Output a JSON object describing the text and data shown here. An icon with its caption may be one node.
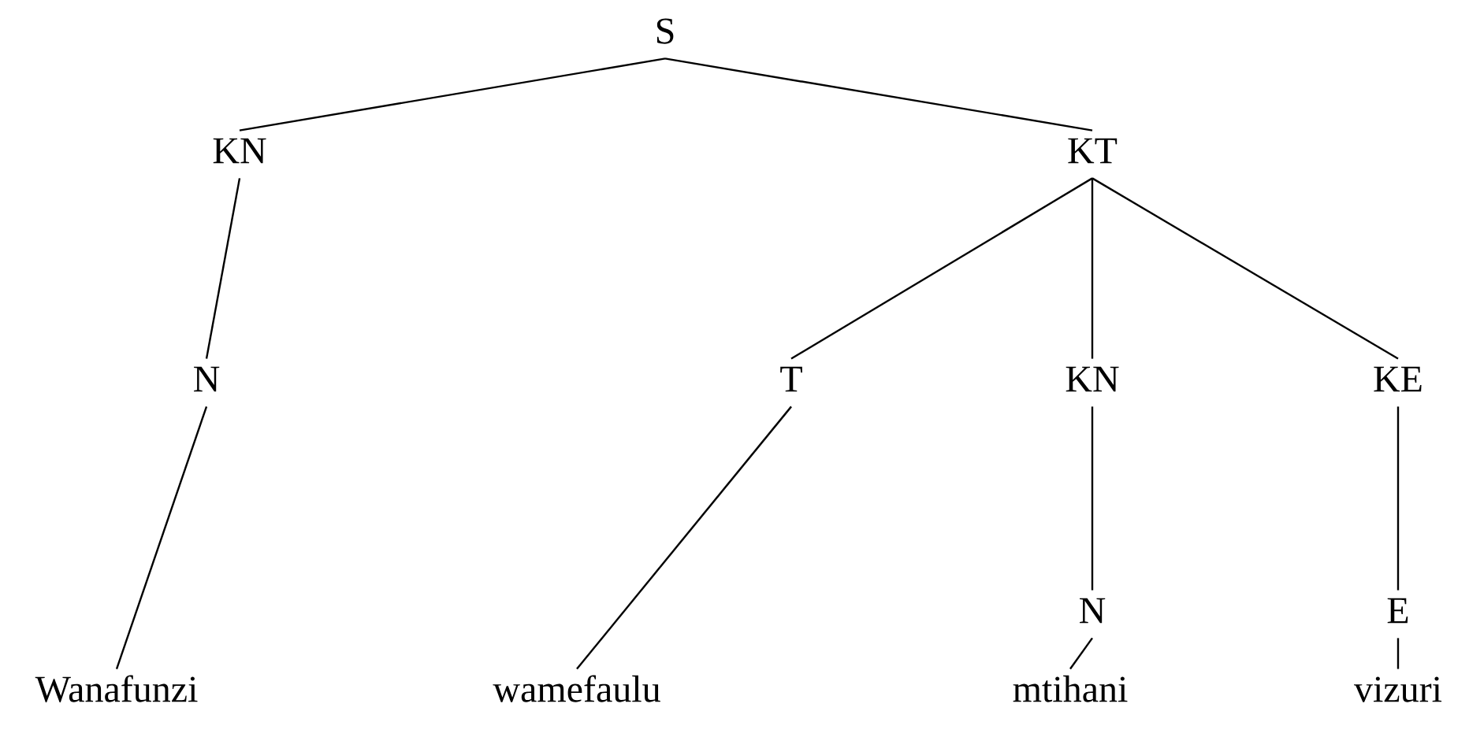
{
  "diagram": {
    "nodes": [
      {
        "text": [
          "S"
        ]
      },
      {
        "text": [
          "KN"
        ]
      },
      {
        "text": [
          "KT"
        ]
      },
      {
        "text": [
          "N"
        ]
      },
      {
        "text": [
          "T"
        ]
      },
      {
        "text": [
          "KN"
        ]
      },
      {
        "text": [
          "KE"
        ]
      },
      {
        "text": [
          "N"
        ]
      },
      {
        "text": [
          "E"
        ]
      },
      {
        "text": [
          "Wanafunzi"
        ]
      },
      {
        "text": [
          "wamefaulu"
        ]
      },
      {
        "text": [
          "mtihani"
        ]
      },
      {
        "text": [
          "vizuri"
        ]
      }
    ],
    "edges": [
      {
        "from": 0,
        "to": 1,
        "arrow": "none"
      },
      {
        "from": 0,
        "to": 2,
        "arrow": "none"
      },
      {
        "from": 1,
        "to": 3,
        "arrow": "none"
      },
      {
        "from": 3,
        "to": 9,
        "arrow": "none"
      },
      {
        "from": 2,
        "to": 4,
        "arrow": "none"
      },
      {
        "from": 2,
        "to": 5,
        "arrow": "none"
      },
      {
        "from": 2,
        "to": 6,
        "arrow": "none"
      },
      {
        "from": 4,
        "to": 10,
        "arrow": "none"
      },
      {
        "from": 5,
        "to": 7,
        "arrow": "none"
      },
      {
        "from": 7,
        "to": 11,
        "arrow": "none"
      },
      {
        "from": 6,
        "to": 8,
        "arrow": "none"
      },
      {
        "from": 8,
        "to": 12,
        "arrow": "none"
      }
    ]
  }
}
